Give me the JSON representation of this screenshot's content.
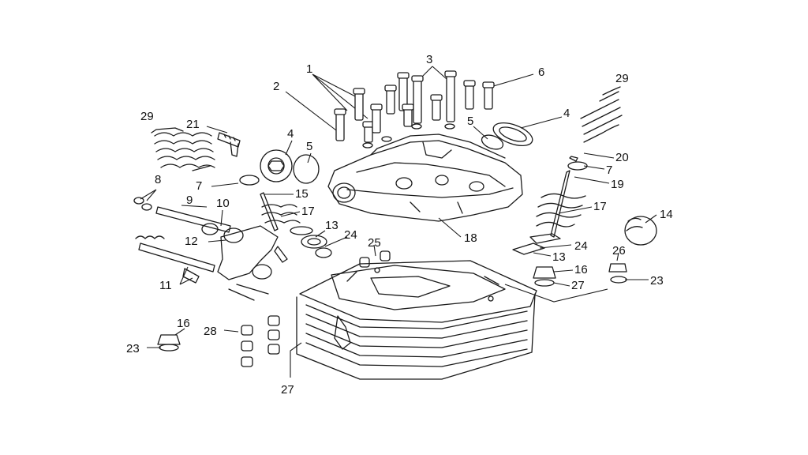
{
  "diagram": {
    "type": "exploded-parts-view",
    "callouts": [
      {
        "id": "c1",
        "text": "1"
      },
      {
        "id": "c2",
        "text": "2"
      },
      {
        "id": "c3",
        "text": "3"
      },
      {
        "id": "c6",
        "text": "6"
      },
      {
        "id": "c29a",
        "text": "29"
      },
      {
        "id": "c29b",
        "text": "29"
      },
      {
        "id": "c21",
        "text": "21"
      },
      {
        "id": "c4a",
        "text": "4"
      },
      {
        "id": "c5a",
        "text": "5"
      },
      {
        "id": "c5b",
        "text": "5"
      },
      {
        "id": "c4b",
        "text": "4"
      },
      {
        "id": "c20",
        "text": "20"
      },
      {
        "id": "c7a",
        "text": "7"
      },
      {
        "id": "c7b",
        "text": "7"
      },
      {
        "id": "c8",
        "text": "8"
      },
      {
        "id": "c15",
        "text": "15"
      },
      {
        "id": "c19",
        "text": "19"
      },
      {
        "id": "c9",
        "text": "9"
      },
      {
        "id": "c10",
        "text": "10"
      },
      {
        "id": "c17a",
        "text": "17"
      },
      {
        "id": "c17b",
        "text": "17"
      },
      {
        "id": "c14",
        "text": "14"
      },
      {
        "id": "c13a",
        "text": "13"
      },
      {
        "id": "c24a",
        "text": "24"
      },
      {
        "id": "c18",
        "text": "18"
      },
      {
        "id": "c12",
        "text": "12"
      },
      {
        "id": "c25",
        "text": "25"
      },
      {
        "id": "c24b",
        "text": "24"
      },
      {
        "id": "c13b",
        "text": "13"
      },
      {
        "id": "c26",
        "text": "26"
      },
      {
        "id": "c16a",
        "text": "16"
      },
      {
        "id": "c23a",
        "text": "23"
      },
      {
        "id": "c27a",
        "text": "27"
      },
      {
        "id": "c11",
        "text": "11"
      },
      {
        "id": "c16b",
        "text": "16"
      },
      {
        "id": "c28",
        "text": "28"
      },
      {
        "id": "c23b",
        "text": "23"
      },
      {
        "id": "c27b",
        "text": "27"
      }
    ]
  }
}
